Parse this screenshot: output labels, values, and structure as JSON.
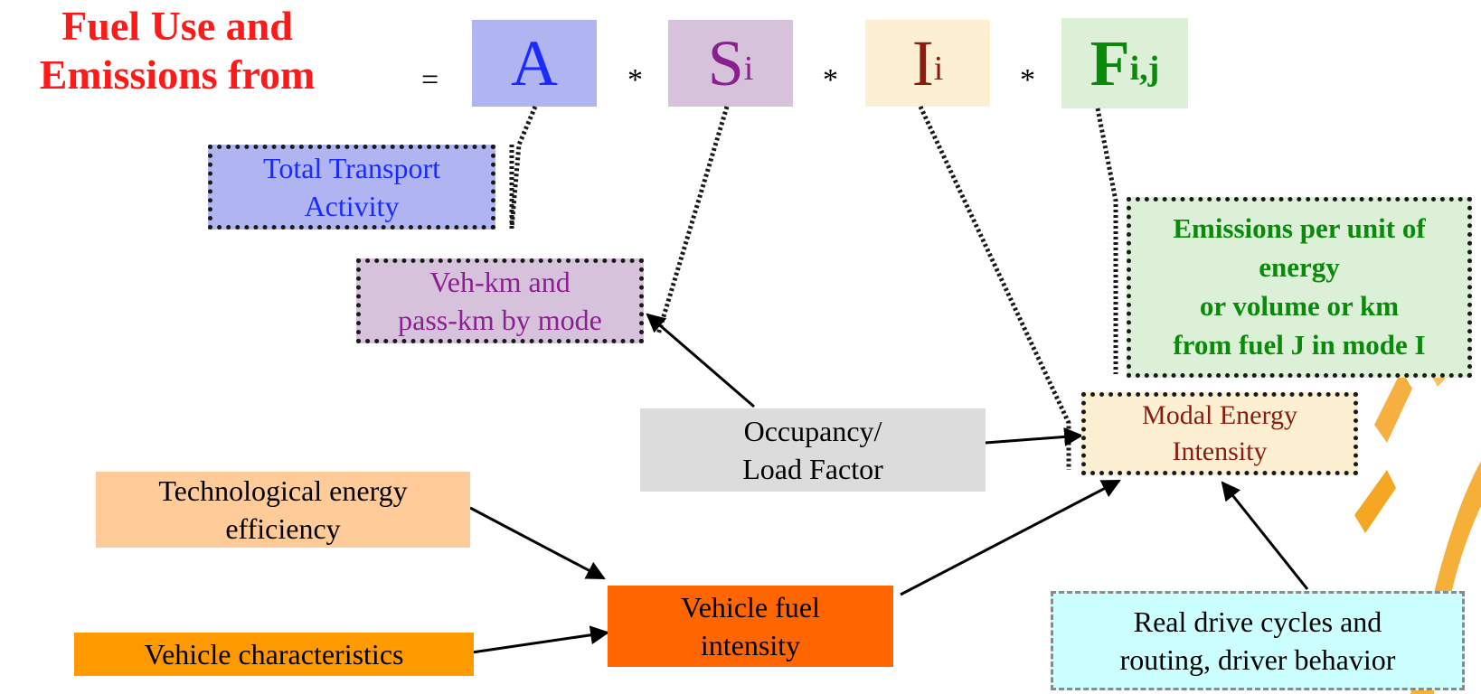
{
  "title": [
    "Fuel Use and",
    "Emissions from"
  ],
  "equation": {
    "equals": "=",
    "times": "*",
    "terms": [
      {
        "letter": "A",
        "subscript": "",
        "color": "#1a2bff",
        "bg": "#b0b4f0"
      },
      {
        "letter": "S",
        "subscript": "i",
        "color": "#8a1f8f",
        "bg": "#d7c2dc"
      },
      {
        "letter": "I",
        "subscript": "i",
        "color": "#8b1a10",
        "bg": "#fdf0d2"
      },
      {
        "letter": "F",
        "subscript": "i,j",
        "color": "#0a8a0a",
        "bg": "#dbf0d6"
      }
    ]
  },
  "boxes": {
    "total_activity": {
      "lines": [
        "Total Transport",
        "Activity"
      ],
      "color": "#1a2bff",
      "bg": "#b0b4f0"
    },
    "veh_km": {
      "lines": [
        "Veh-km and",
        "pass-km by mode"
      ],
      "color": "#8a1f8f",
      "bg": "#d7c2dc"
    },
    "emissions_per_unit": {
      "lines": [
        "Emissions per unit of",
        "energy",
        "or volume or km",
        "from fuel J in mode I"
      ],
      "color": "#0a8a0a",
      "bg": "#dbf0d6"
    },
    "modal_energy": {
      "lines": [
        "Modal Energy",
        "Intensity"
      ],
      "color": "#8b1a10",
      "bg": "#fdf0d2"
    },
    "occupancy": {
      "lines": [
        "Occupancy/",
        "Load Factor"
      ],
      "color": "#000000",
      "bg": "#dcdcdc"
    },
    "tech_efficiency": {
      "lines": [
        "Technological energy",
        "efficiency"
      ],
      "color": "#000000",
      "bg": "#ffcc99"
    },
    "vehicle_characteristics": {
      "lines": [
        "Vehicle characteristics"
      ],
      "color": "#000000",
      "bg": "#ff9900"
    },
    "vehicle_fuel_intensity": {
      "lines": [
        "Vehicle  fuel",
        "intensity"
      ],
      "color": "#000000",
      "bg": "#ff6600"
    },
    "real_drive": {
      "lines": [
        "Real drive cycles and",
        "routing, driver behavior"
      ],
      "color": "#000000",
      "bg": "#ccffff"
    }
  },
  "decoration": {
    "logo_color": "#f5a623"
  }
}
